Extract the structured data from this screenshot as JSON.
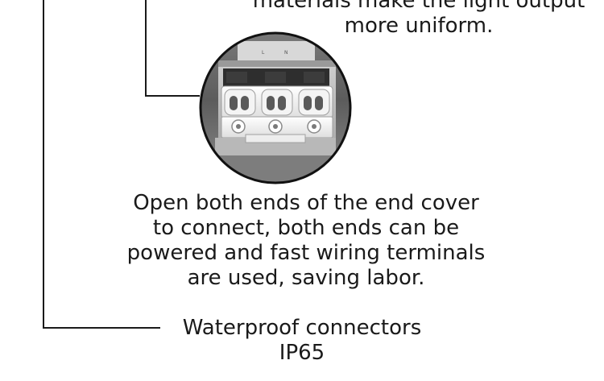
{
  "captions": {
    "top": {
      "lines": [
        "materials make the light output",
        "more uniform."
      ]
    },
    "middle": {
      "lines": [
        "Open both ends of the end cover",
        "to connect, both ends can be",
        "powered and fast wiring terminals",
        "are used, saving labor."
      ]
    },
    "bottom": {
      "lines": [
        "Waterproof connectors",
        "IP65"
      ]
    }
  },
  "photo": {
    "terminal_labels": [
      "L",
      "N"
    ]
  },
  "colors": {
    "text": "#1a1a1a",
    "line": "#1a1a1a",
    "background": "#ffffff"
  }
}
